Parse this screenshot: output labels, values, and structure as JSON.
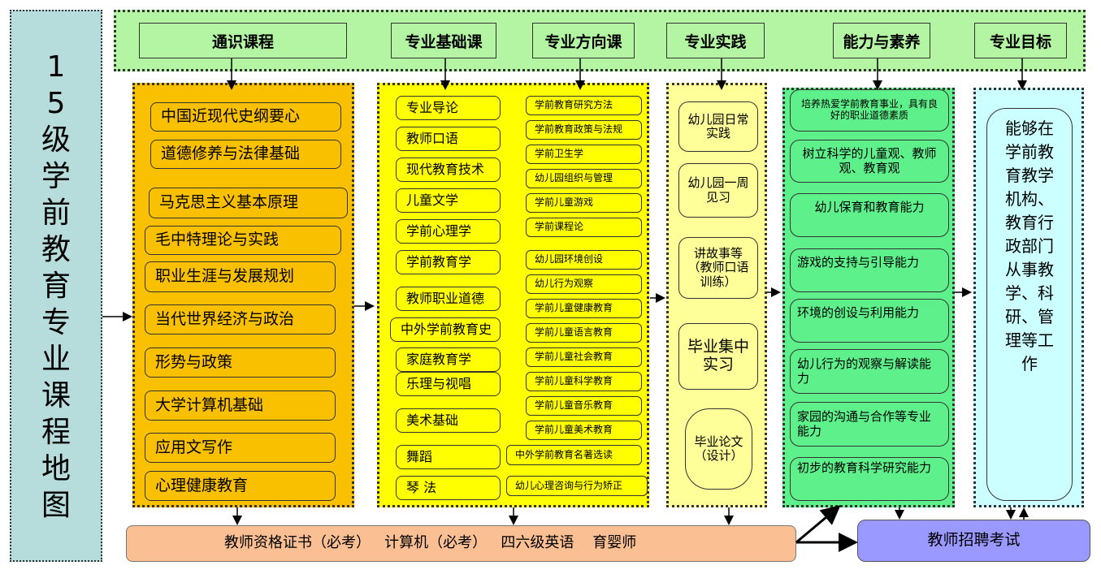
{
  "title": "15级学前教育专业课程地图",
  "headers": [
    "通识课程",
    "专业基础课",
    "专业方向课",
    "专业实践",
    "能力与素养",
    "专业目标"
  ],
  "general_courses": [
    "中国近现代史纲要心",
    "道德修养与法律基础",
    "马克思主义基本原理",
    "毛中特理论与实践",
    "职业生涯与发展规划",
    "当代世界经济与政治",
    "形势与政策",
    "大学计算机基础",
    "应用文写作",
    "心理健康教育"
  ],
  "foundation_courses": [
    "专业导论",
    "教师口语",
    "现代教育技术",
    "儿童文学",
    "学前心理学",
    "学前教育学",
    "教师职业道德",
    "中外学前教育史",
    "家庭教育学",
    "乐理与视唱",
    "美术基础",
    "舞蹈",
    "琴 法"
  ],
  "direction_courses": [
    "学前教育研究方法",
    "学前教育政策与法规",
    "学前卫生学",
    "幼儿园组织与管理",
    "学前儿童游戏",
    "学前课程论",
    "幼儿园环境创设",
    "幼儿行为观察",
    "学前儿童健康教育",
    "学前儿童语言教育",
    "学前儿童社会教育",
    "学前儿童科学教育",
    "学前儿童音乐教育",
    "学前儿童美术教育",
    "中外学前教育名著选读",
    "幼儿心理咨询与行为矫正"
  ],
  "practice": [
    "幼儿园日常实践",
    "幼儿园一周见习",
    "讲故事等（教师口语训练）",
    "毕业集中实习",
    "毕业论文（设计）"
  ],
  "abilities": [
    "培养热爱学前教育事业，具有良好的职业道德素质",
    "树立科学的儿童观、教师观、教育观",
    "幼儿保育和教育能力",
    "游戏的支持与引导能力",
    "环境的创设与利用能力",
    "幼儿行为的观察与解读能力",
    "家园的沟通与合作等专业能力",
    "初步的教育科学研究能力"
  ],
  "goal": "能够在学前教育教学机构、教育行政部门从事教学、科研、管理等工作",
  "certificates": "教师资格证书（必考）   计算机（必考）   四六级英语    育婴师",
  "exam": "教师招聘考试"
}
